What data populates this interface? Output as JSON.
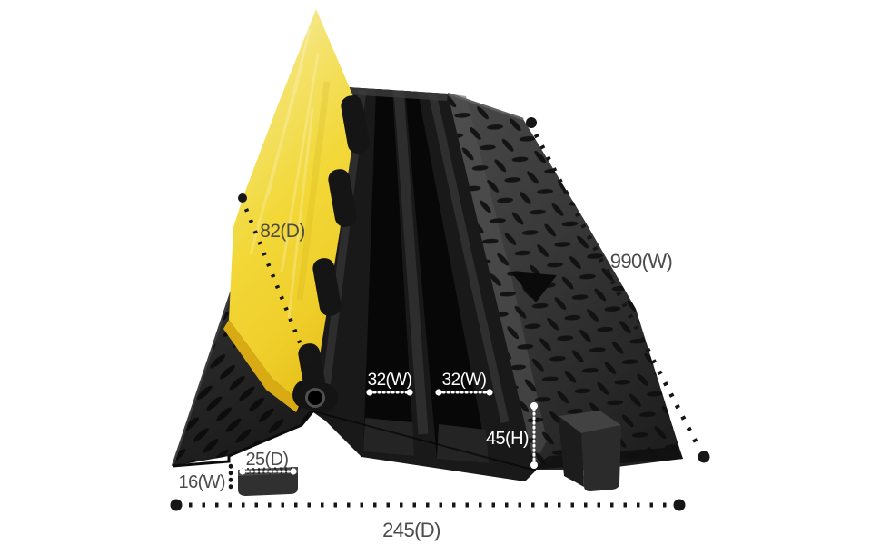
{
  "page": {
    "background": "#ffffff",
    "alt": "Black two-channel rubber cable protector ramp with hinged yellow lid shown open, annotated with dimensions"
  },
  "colors": {
    "lid_yellow": "#f2d735",
    "lid_yellow_pale": "#f6ecae",
    "lid_edge_yellow": "#d8ab15",
    "body_dark": "#1a1a1a",
    "body_mid": "#3a3a3a",
    "label_dark": "#4b4b4b",
    "label_light": "#ffffff",
    "marker_black": "#161616",
    "white_line": "#ffffff"
  },
  "dimensions": {
    "lid_depth": {
      "label": "82(D)",
      "value": 82,
      "axis": "D"
    },
    "total_width": {
      "label": "990(W)",
      "value": 990,
      "axis": "W"
    },
    "channel_width_left": {
      "label": "32(W)",
      "value": 32,
      "axis": "W"
    },
    "channel_width_right": {
      "label": "32(W)",
      "value": 32,
      "axis": "W"
    },
    "total_height": {
      "label": "45(H)",
      "value": 45,
      "axis": "H"
    },
    "connector_tab_depth": {
      "label": "25(D)",
      "value": 25,
      "axis": "D"
    },
    "connector_tab_width": {
      "label": "16(W)",
      "value": 16,
      "axis": "W"
    },
    "total_depth": {
      "label": "245(D)",
      "value": 245,
      "axis": "D"
    }
  }
}
